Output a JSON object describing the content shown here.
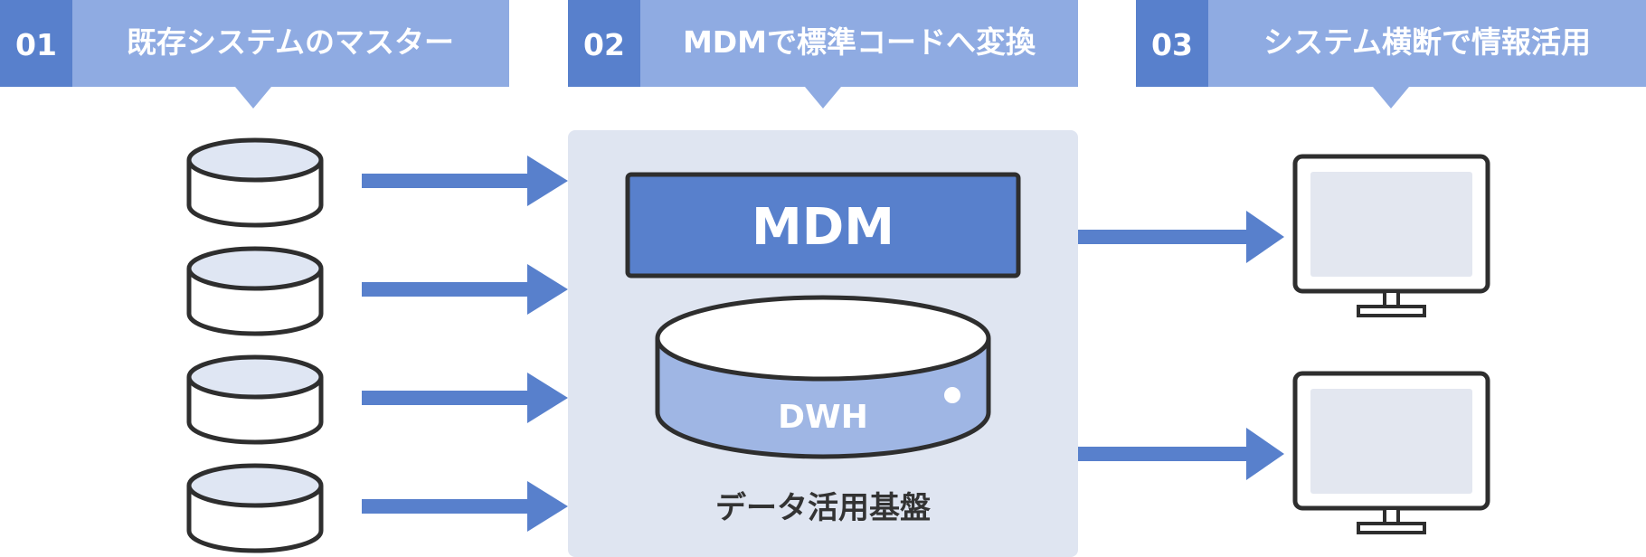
{
  "steps": [
    {
      "number": "01",
      "label": "既存システムのマスター"
    },
    {
      "number": "02",
      "label": "MDMで標準コードへ変換"
    },
    {
      "number": "03",
      "label": "システム横断で情報活用"
    }
  ],
  "platform": {
    "mdm_label": "MDM",
    "dwh_label": "DWH",
    "caption": "データ活用基盤"
  },
  "sources": {
    "count": 4
  },
  "outputs": {
    "count": 2
  },
  "colors": {
    "step_number_bg": "#5880cc",
    "step_label_bg": "#8fabe2",
    "arrow": "#5880cc",
    "platform_bg": "#dfe5f1",
    "mdm_box": "#5880cc",
    "dwh_body": "#9fb6e4",
    "db_top": "#dfe6f3",
    "outline": "#2e2e2e",
    "screen": "#e3e7f0"
  },
  "icons": {
    "source": "database-icon",
    "output": "monitor-icon",
    "dwh": "database-icon"
  }
}
